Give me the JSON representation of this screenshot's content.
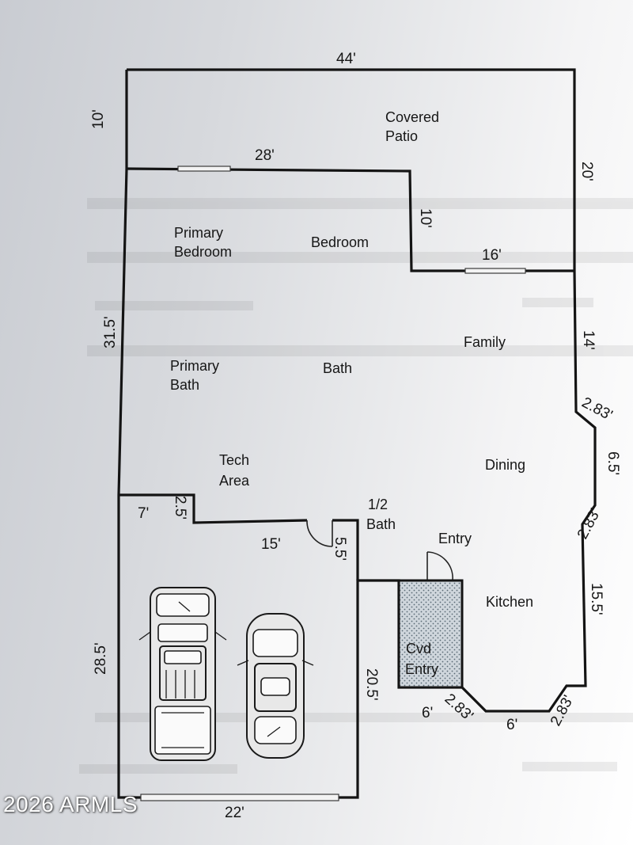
{
  "rooms": {
    "covered_patio_line1": "Covered",
    "covered_patio_line2": "Patio",
    "primary_bedroom_line1": "Primary",
    "primary_bedroom_line2": "Bedroom",
    "bedroom": "Bedroom",
    "family": "Family",
    "primary_bath_line1": "Primary",
    "primary_bath_line2": "Bath",
    "bath": "Bath",
    "tech_area_line1": "Tech",
    "tech_area_line2": "Area",
    "dining": "Dining",
    "half_bath_line1": "1/2",
    "half_bath_line2": "Bath",
    "entry": "Entry",
    "kitchen": "Kitchen",
    "cvd_entry_line1": "Cvd",
    "cvd_entry_line2": "Entry"
  },
  "dimensions": {
    "top_width": "44'",
    "patio_left_height": "10'",
    "patio_inner_width": "28'",
    "patio_right_height": "20'",
    "bedroom_step_height": "10'",
    "bedroom_step_width": "16'",
    "left_height_main": "31.5'",
    "family_right_height": "14'",
    "bay_upper_diag": "2.83'",
    "bay_straight": "6.5'",
    "bay_lower_diag": "2.83'",
    "kitchen_right_height": "15.5'",
    "tech_notch_width": "7'",
    "tech_notch_height": "2.5'",
    "garage_inner_width": "15'",
    "garage_notch_height": "5.5'",
    "garage_left_height": "28.5'",
    "garage_right_height": "20.5'",
    "garage_bottom_width": "22'",
    "entry_bottom_width": "6'",
    "entry_diag": "2.83'",
    "kitchen_bottom_width": "6'",
    "kitchen_corner_diag": "2.83'"
  },
  "watermark": {
    "text": "2026 ARMLS"
  }
}
